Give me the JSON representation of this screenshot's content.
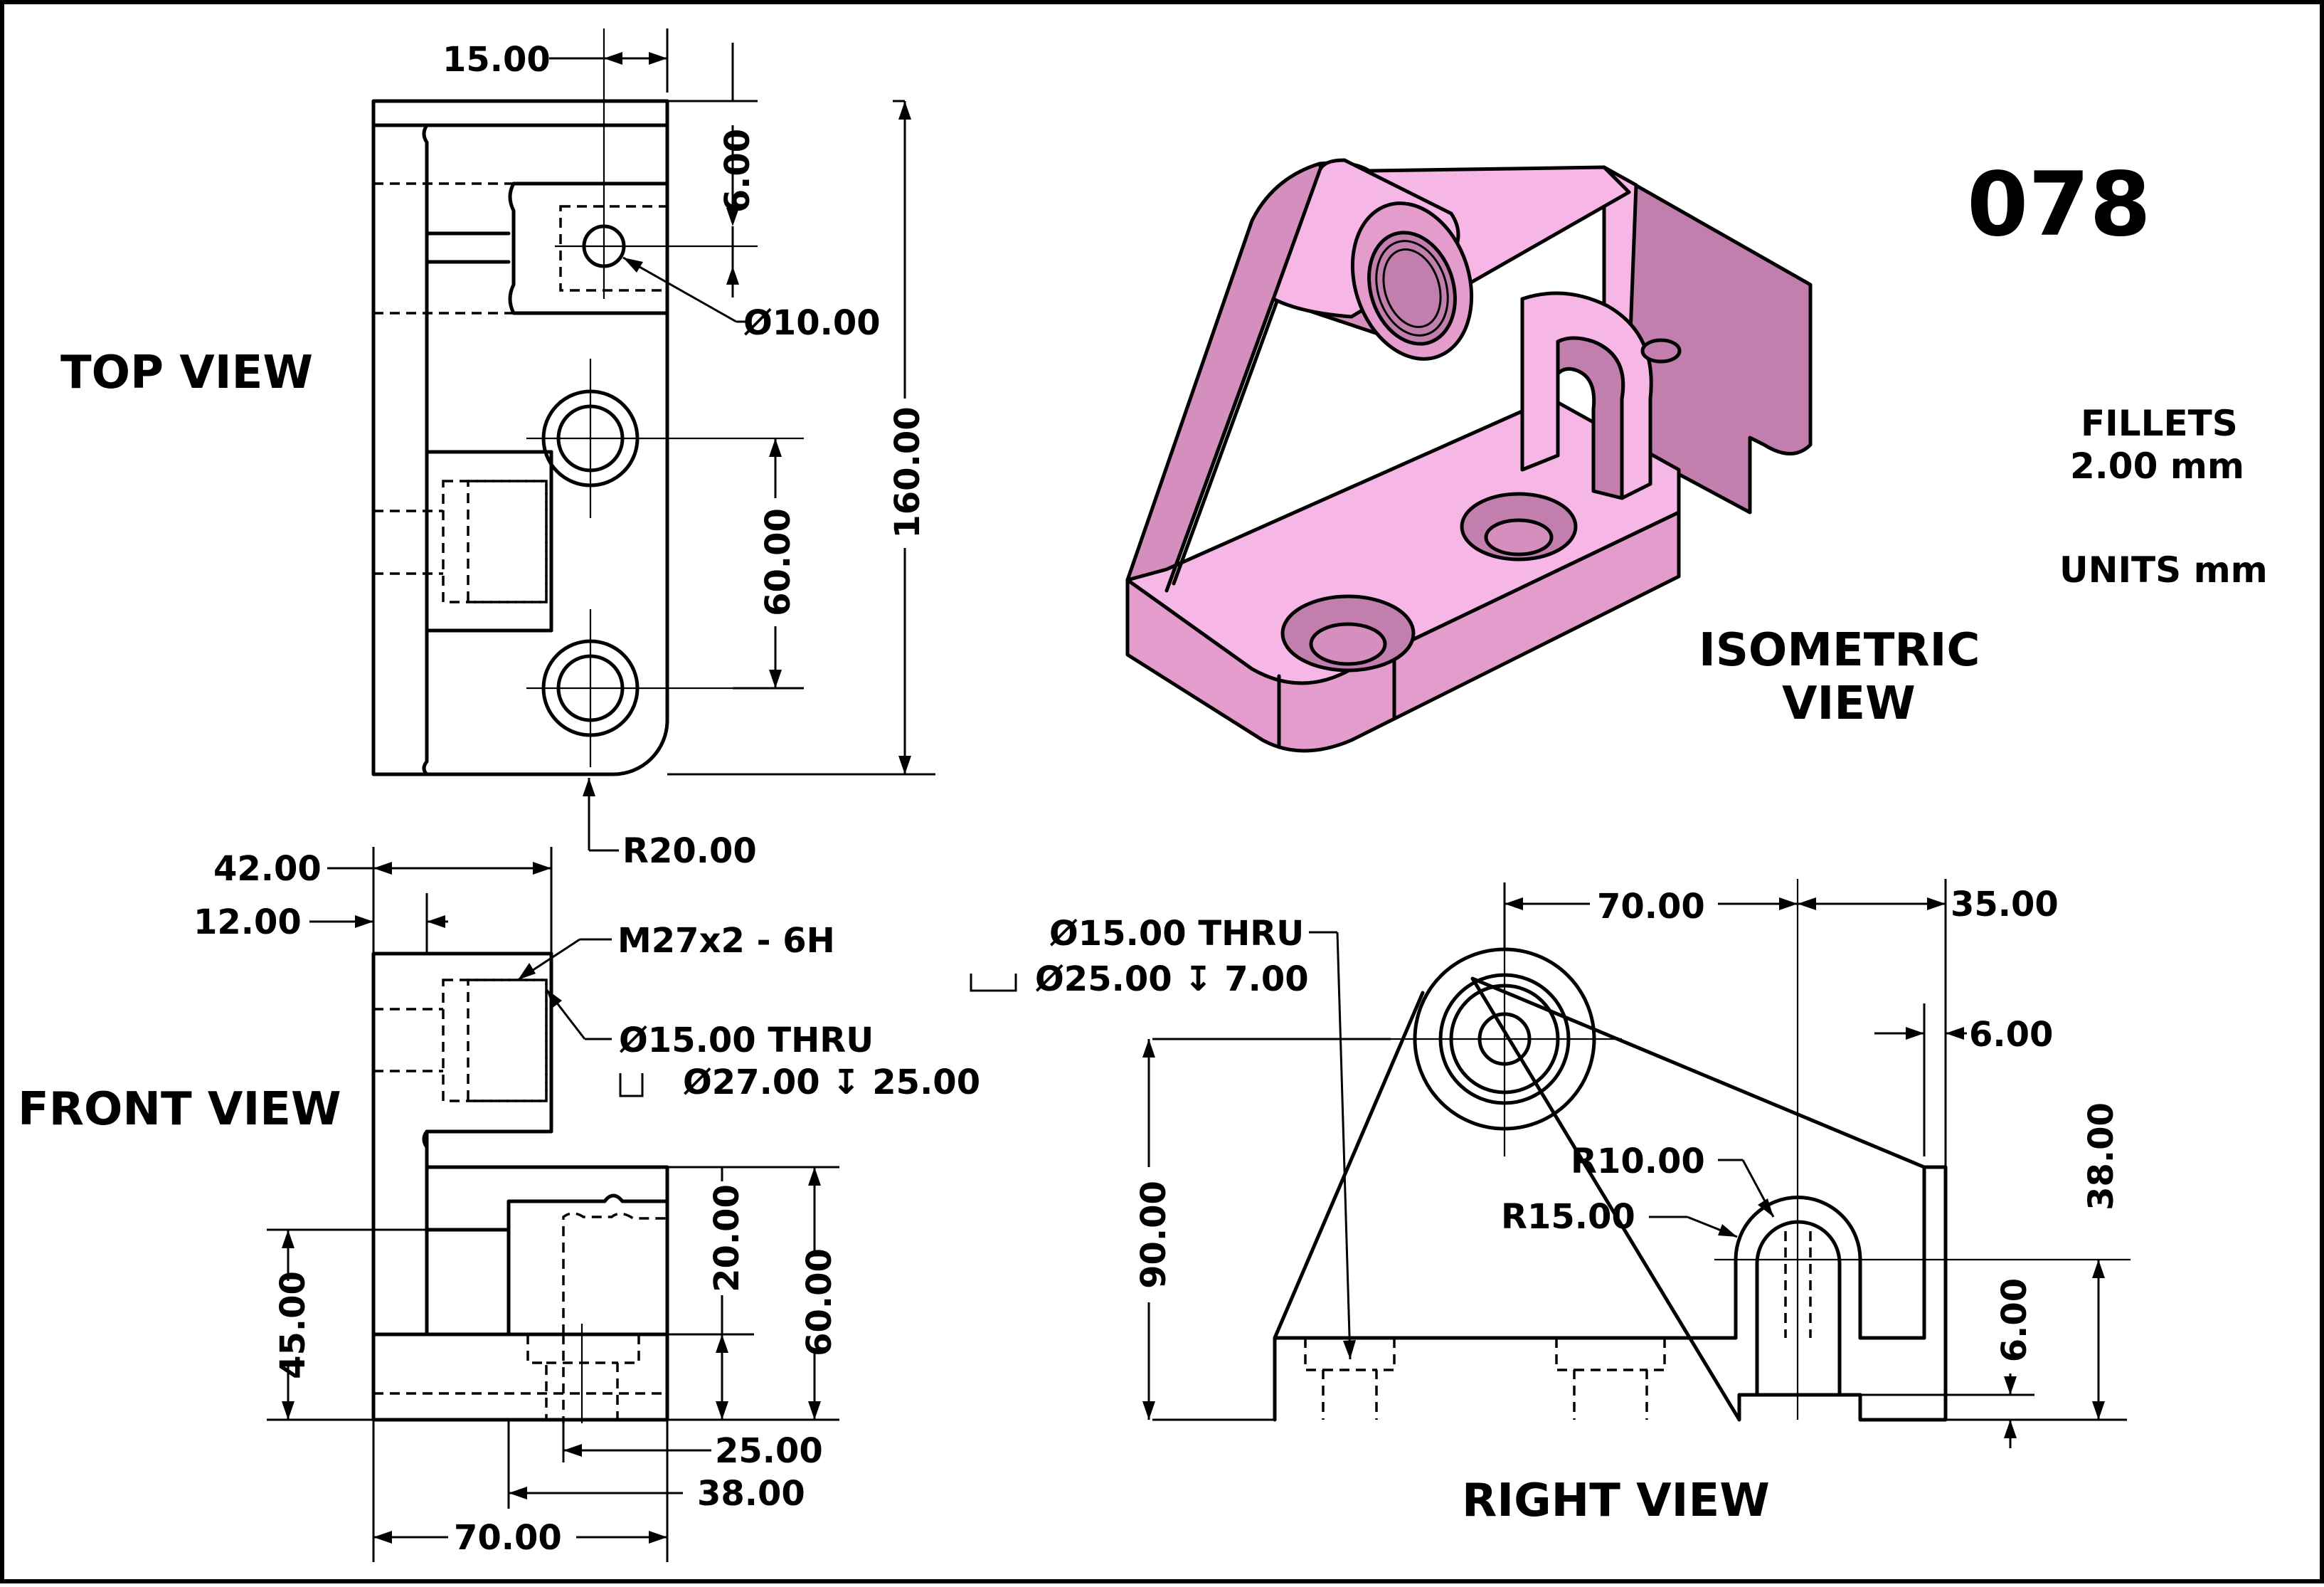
{
  "drawing": {
    "number": "078",
    "notes": {
      "fillets_line1": "FILLETS",
      "fillets_line2": "2.00 mm",
      "units": "UNITS mm"
    },
    "colors": {
      "model": "#e49ccd",
      "ink": "#000000"
    }
  },
  "views": {
    "top": {
      "label": "TOP VIEW",
      "dims": {
        "d15": "15.00",
        "d6": "6.00",
        "hole": "Ø10.00",
        "total": "160.00",
        "pitch": "60.00",
        "radius": "R20.00"
      }
    },
    "front": {
      "label": "FRONT VIEW",
      "dims": {
        "d42": "42.00",
        "d12": "12.00",
        "thread": "M27x2 - 6H",
        "thru": "Ø15.00 THRU",
        "cbore": "Ø27.00 ↧ 25.00",
        "d45": "45.00",
        "d20": "20.00",
        "d60": "60.00",
        "d25": "25.00",
        "d38": "38.00",
        "d70": "70.00"
      }
    },
    "right": {
      "label": "RIGHT VIEW",
      "dims": {
        "d70": "70.00",
        "d35": "35.00",
        "thru": "Ø15.00 THRU",
        "cbore": "Ø25.00 ↧ 7.00",
        "d6a": "6.00",
        "r10": "R10.00",
        "r15": "R15.00",
        "d90": "90.00",
        "d38": "38.00",
        "d6b": "6.00"
      }
    },
    "iso": {
      "label_line1": "ISOMETRIC",
      "label_line2": "VIEW"
    }
  }
}
